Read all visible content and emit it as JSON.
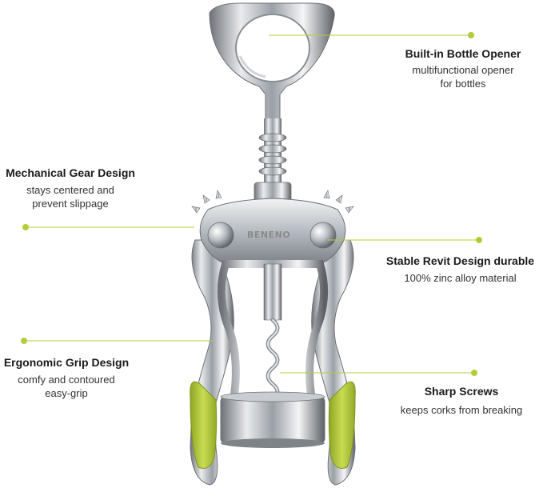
{
  "brand": "BENENO",
  "accent_color": "#b5cc3a",
  "callouts": {
    "bottle_opener": {
      "title": "Built-in Bottle Opener",
      "line1": "multifunctional opener",
      "line2": "for bottles"
    },
    "gear_design": {
      "title": "Mechanical Gear Design",
      "line1": "stays centered and",
      "line2": "prevent slippage"
    },
    "revit_design": {
      "title": "Stable Revit Design  durable",
      "line1": "100% zinc alloy material",
      "line2": ""
    },
    "grip_design": {
      "title": "Ergonomic Grip Design",
      "line1": "comfy and contoured",
      "line2": "easy-grip"
    },
    "sharp_screws": {
      "title": "Sharp Screws",
      "line1": "keeps corks from breaking",
      "line2": ""
    }
  }
}
